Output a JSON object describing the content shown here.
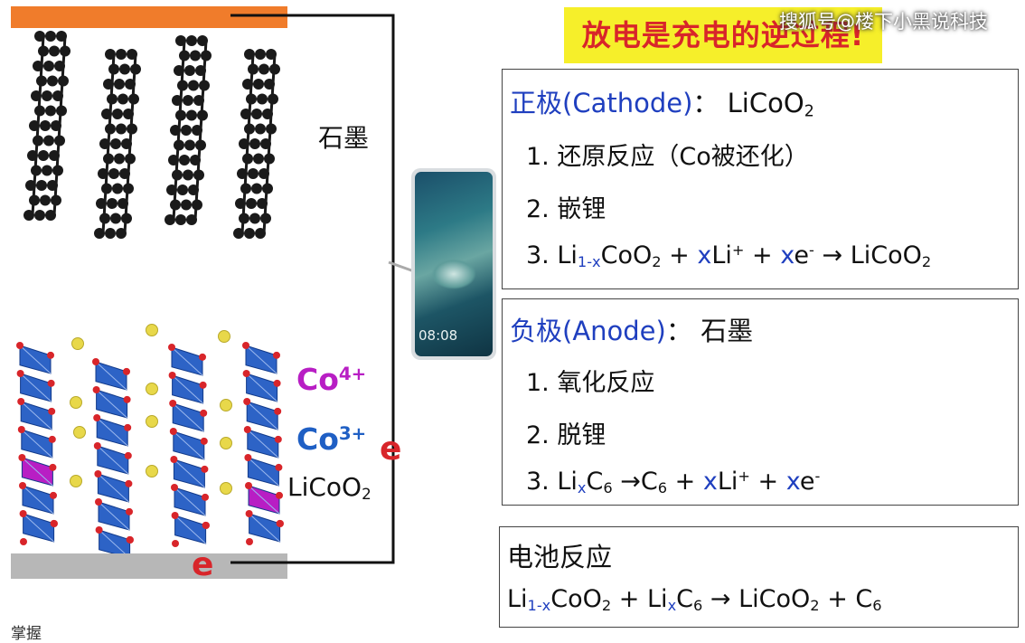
{
  "banner": {
    "text": "放电是充电的逆过程!"
  },
  "watermark": {
    "text": "搜狐号@楼下小黑说科技"
  },
  "anode_label": "石墨",
  "ions": {
    "co4": "Co",
    "co4_charge": "4+",
    "co3": "Co",
    "co3_charge": "3+",
    "licoo2_base": "LiCoO",
    "licoo2_sub": "2"
  },
  "electron_symbol": "e",
  "phone": {
    "time": "08:08"
  },
  "corner_text": "掌握",
  "cathode_box": {
    "title": "正极(Cathode)",
    "colon": "：",
    "material_base": "LiCoO",
    "material_sub": "2",
    "items": [
      "1. 还原反应（Co被还化）",
      "2. 嵌锂"
    ],
    "equation": {
      "num": "3. ",
      "li": "Li",
      "li_sub": "1-x",
      "coo": "CoO",
      "coo_sub": "2",
      "plus1": " + ",
      "x1": "x",
      "li2": "Li",
      "li2_sup": "+",
      "plus2": " + ",
      "x2": "x",
      "e": "e",
      "e_sup": "-",
      "arrow": " → ",
      "product": "LiCoO",
      "product_sub": "2"
    }
  },
  "anode_box": {
    "title": "负极(Anode)",
    "colon": "：",
    "material": "石墨",
    "items": [
      "1. 氧化反应",
      "2. 脱锂"
    ],
    "equation": {
      "num": "3. ",
      "li": "Li",
      "li_sub": "x",
      "c": "C",
      "c_sub": "6",
      "arrow": " →",
      "c2": "C",
      "c2_sub": "6",
      "plus1": " + ",
      "x1": "x",
      "li2": "Li",
      "li2_sup": "+",
      "plus2": " + ",
      "x2": "x",
      "e": "e",
      "e_sup": "-"
    }
  },
  "battery_box": {
    "title": "电池反应",
    "equation": {
      "li": "Li",
      "li_sub": "1-x",
      "coo": "CoO",
      "coo_sub": "2",
      "plus1": " + ",
      "li2": "Li",
      "li2_sub": "x",
      "c": "C",
      "c_sub": "6",
      "arrow": " → ",
      "p1": "LiCoO",
      "p1_sub": "2",
      "plus2": " + ",
      "p2": "C",
      "p2_sub": "6"
    }
  },
  "colors": {
    "anode_plate": "#f07c2b",
    "cathode_plate": "#b7b7b7",
    "octahedron": "#2d63c6",
    "co4_octahedron": "#b81ec4",
    "li_ion": "#e8d84a",
    "oxygen": "#d8252a",
    "graphite": "#1a1a1a",
    "banner_bg": "#f6ef2a",
    "banner_text": "#d8252a",
    "blue_text": "#1f3fbf",
    "co4_text": "#b81ec4",
    "co3_text": "#1f5fc4",
    "electron": "#d8252a"
  }
}
